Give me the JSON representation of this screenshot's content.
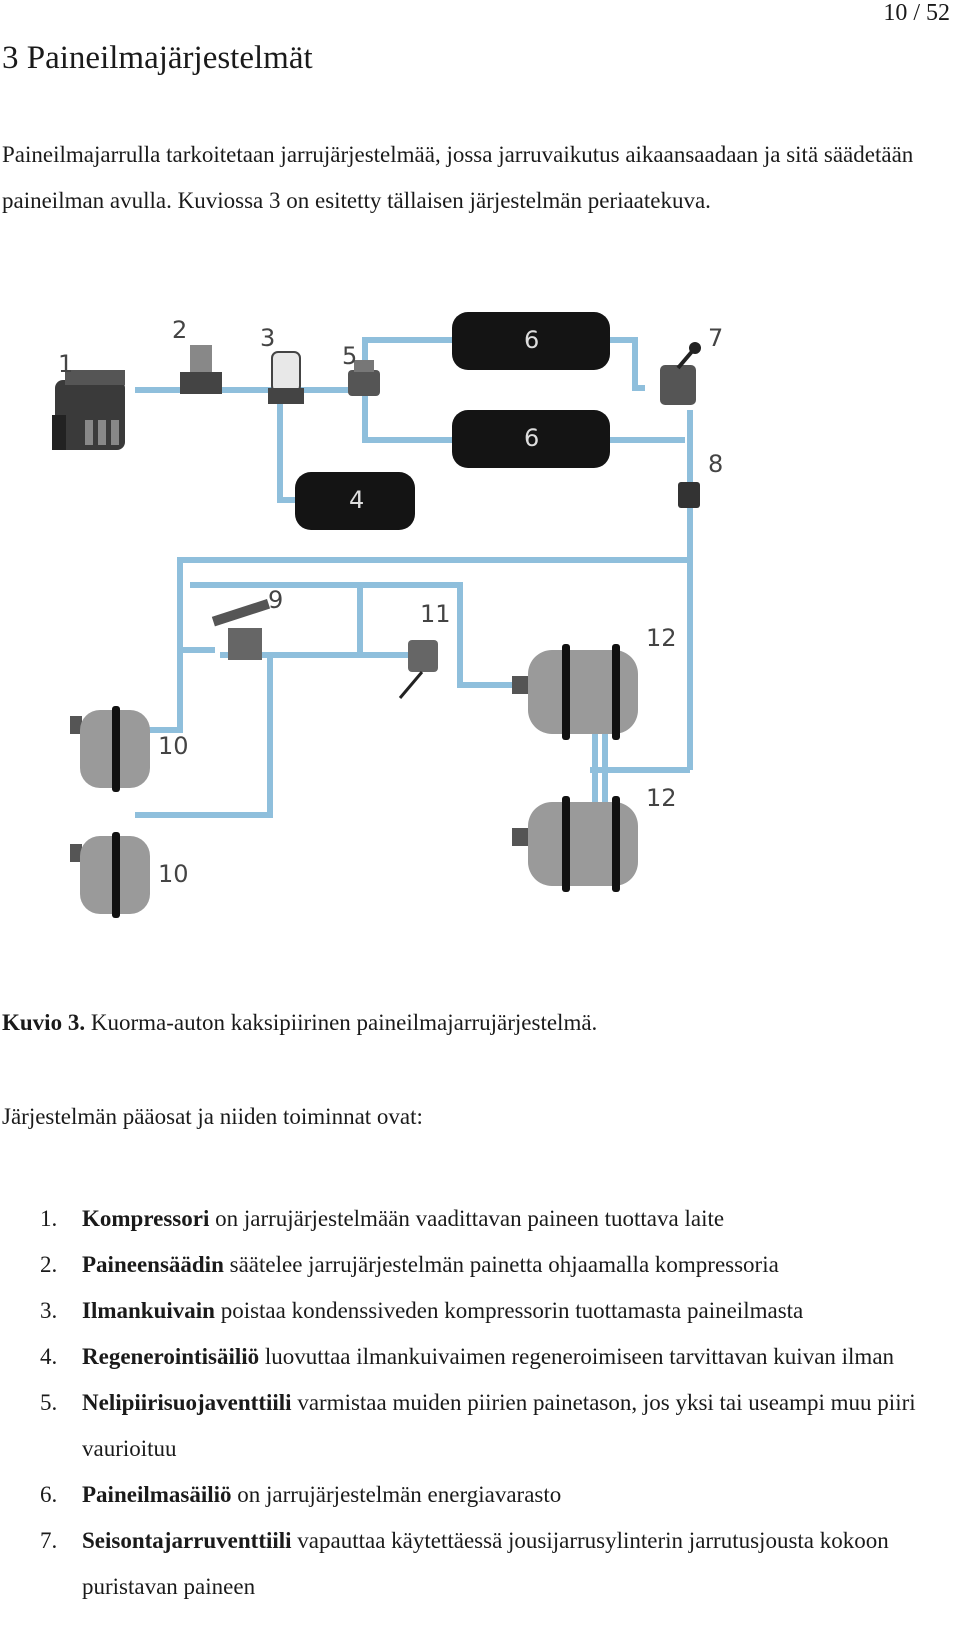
{
  "page": {
    "number": "10 / 52"
  },
  "chapter": {
    "title": "3 Paineilmajärjestelmät"
  },
  "intro": "Paineilmajarrulla tarkoitetaan jarrujärjestelmää, jossa jarruvaikutus aikaansaadaan ja sitä säädetään paineilman avulla. Kuviossa 3 on esitetty tällaisen järjestelmän periaatekuva.",
  "figure": {
    "labels": {
      "l1": "1",
      "l2": "2",
      "l3": "3",
      "l4": "4",
      "l5": "5",
      "l6a": "6",
      "l6b": "6",
      "l7": "7",
      "l8": "8",
      "l9": "9",
      "l10a": "10",
      "l10b": "10",
      "l11": "11",
      "l12a": "12",
      "l12b": "12"
    },
    "colors": {
      "pipe": "#8fbfdc",
      "tank": "#141414",
      "cylinder": "#9a9a9a",
      "band": "#111111"
    }
  },
  "caption": {
    "prefix": "Kuvio 3.",
    "text": " Kuorma-auton kaksipiirinen paineilmajarrujärjestelmä."
  },
  "list_intro": "Järjestelmän pääosat ja niiden toiminnat ovat:",
  "parts": [
    {
      "num": "1.",
      "term": "Kompressori",
      "desc": " on jarrujärjestelmään vaadittavan paineen tuottava laite"
    },
    {
      "num": "2.",
      "term": "Paineensäädin",
      "desc": " säätelee jarrujärjestelmän painetta ohjaamalla kompressoria"
    },
    {
      "num": "3.",
      "term": "Ilmankuivain",
      "desc": " poistaa kondenssiveden kompressorin tuottamasta paineilmasta"
    },
    {
      "num": "4.",
      "term": "Regenerointisäiliö",
      "desc": " luovuttaa ilmankuivaimen regeneroimiseen tarvittavan kuivan ilman"
    },
    {
      "num": "5.",
      "term": "Nelipiirisuojaventtiili",
      "desc": " varmistaa muiden piirien painetason, jos yksi tai useampi muu piiri vaurioituu"
    },
    {
      "num": "6.",
      "term": "Paineilmasäiliö",
      "desc": " on jarrujärjestelmän energiavarasto"
    },
    {
      "num": "7.",
      "term": "Seisontajarruventtiili",
      "desc": " vapauttaa käytettäessä jousijarrusylinterin jarrutusjousta kokoon puristavan paineen"
    }
  ]
}
